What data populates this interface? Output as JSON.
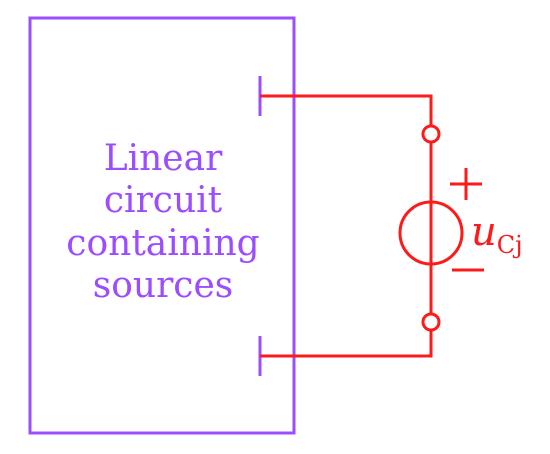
{
  "box": {
    "label_lines": [
      "Linear",
      "circuit",
      "containing",
      "sources"
    ],
    "color": "#9b4dff"
  },
  "source": {
    "symbol": "u",
    "subscript": "Cj",
    "plus": "+",
    "minus": "−",
    "color": "#ff1a1a"
  }
}
